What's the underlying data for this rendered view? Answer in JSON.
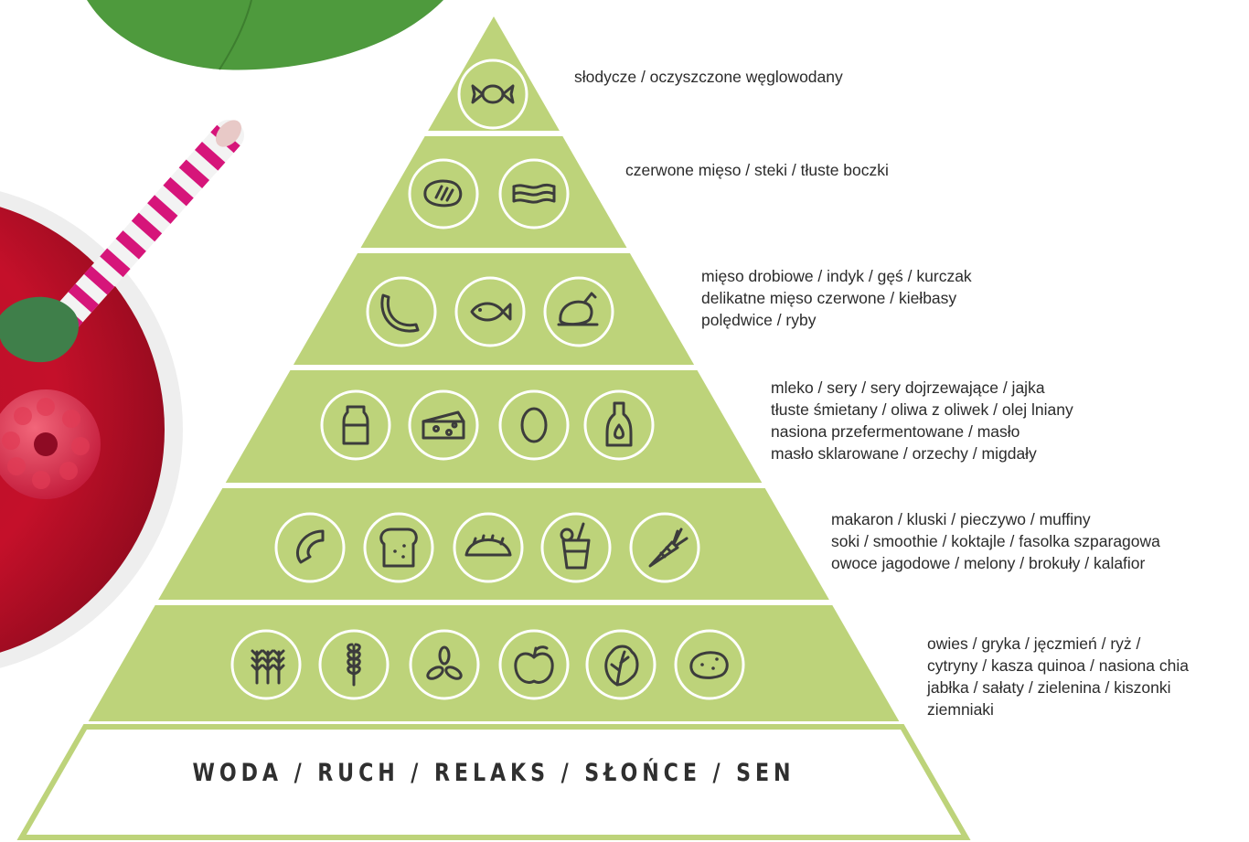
{
  "colors": {
    "pyramid_fill": "#bdd37a",
    "pyramid_stroke": "#ffffff",
    "icon_line": "#3c3c3c",
    "base_fill": "#ffffff",
    "base_outline": "#bdd37a",
    "smoothie": "#c4102a",
    "leaf": "#4e9a3d",
    "straw_pink": "#d6157a"
  },
  "pyramid": {
    "base_label": "WODA / RUCH / RELAKS / SŁOŃCE / SEN",
    "tiers": [
      {
        "icons": [
          "candy-icon"
        ],
        "lines": [
          "słodycze / oczyszczone węglowodany"
        ]
      },
      {
        "icons": [
          "steak-icon",
          "bacon-icon"
        ],
        "lines": [
          "czerwone mięso / steki / tłuste boczki"
        ]
      },
      {
        "icons": [
          "sausage-icon",
          "fish-icon",
          "roast-chicken-icon"
        ],
        "lines": [
          "mięso drobiowe / indyk / gęś / kurczak",
          "delikatne mięso czerwone / kiełbasy",
          "polędwice / ryby"
        ]
      },
      {
        "icons": [
          "milk-bottle-icon",
          "cheese-icon",
          "egg-icon",
          "oil-bottle-icon"
        ],
        "lines": [
          "mleko / sery / sery dojrzewające / jajka",
          "tłuste śmietany / oliwa z oliwek / olej lniany",
          "nasiona przefermentowane / masło",
          "masło sklarowane / orzechy / migdały"
        ]
      },
      {
        "icons": [
          "macaroni-icon",
          "bread-icon",
          "dumpling-icon",
          "juice-glass-icon",
          "carrot-icon"
        ],
        "lines": [
          "makaron / kluski / pieczywo / muffiny",
          "soki / smoothie / koktajle / fasolka szparagowa",
          "owoce jagodowe / melony / brokuły / kalafior"
        ]
      },
      {
        "icons": [
          "wheat-icon",
          "grain-stalk-icon",
          "seeds-icon",
          "apple-icon",
          "lettuce-icon",
          "potato-icon"
        ],
        "lines": [
          "owies / gryka / jęczmień / ryż /",
          "cytryny / kasza quinoa / nasiona chia",
          "jabłka / sałaty / zielenina / kiszonki",
          "ziemniaki"
        ]
      }
    ]
  }
}
